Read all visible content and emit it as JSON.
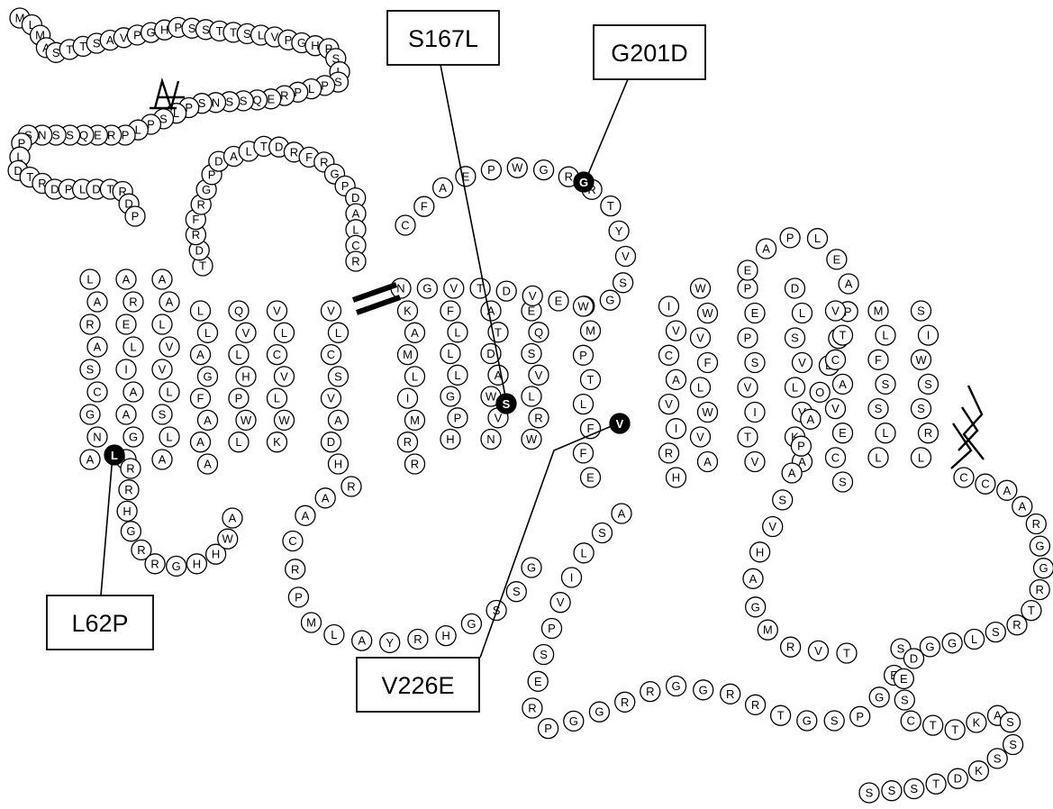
{
  "diagram": {
    "mutations": [
      {
        "label": "L62P",
        "residue": "L"
      },
      {
        "label": "S167L",
        "residue": "S"
      },
      {
        "label": "G201D",
        "residue": "G"
      },
      {
        "label": "V226E",
        "residue": "V"
      }
    ],
    "sequence_fragments": {
      "n_terminus": [
        "M",
        "L",
        "M",
        "A",
        "S",
        "T",
        "T",
        "S",
        "A",
        "V",
        "P",
        "G",
        "H",
        "P",
        "S",
        "S",
        "T",
        "T",
        "S",
        "L",
        "V",
        "P",
        "G",
        "H",
        "P",
        "S",
        "L",
        "S",
        "P",
        "L",
        "P",
        "R",
        "E",
        "Q",
        "S",
        "S",
        "N",
        "S",
        "P",
        "L",
        "S",
        "P",
        "L",
        "P",
        "R",
        "E",
        "Q",
        "S",
        "S",
        "N",
        "S",
        "P",
        "L",
        "D",
        "T",
        "R",
        "D",
        "P",
        "L",
        "D",
        "T",
        "R",
        "D",
        "P"
      ],
      "helix_1": [
        "L",
        "A",
        "A",
        "A",
        "R",
        "A",
        "R",
        "E",
        "L",
        "A",
        "L",
        "V",
        "S",
        "I",
        "V",
        "C",
        "A",
        "L",
        "G",
        "A",
        "S",
        "N",
        "G",
        "L",
        "A",
        "L",
        "A"
      ],
      "loop_1": [
        "R",
        "R",
        "H",
        "G",
        "R",
        "R",
        "G",
        "H",
        "H",
        "W",
        "A"
      ],
      "helix_2": [
        "L",
        "Q",
        "V",
        "L",
        "V",
        "L",
        "A",
        "L",
        "C",
        "G",
        "H",
        "V",
        "F",
        "P",
        "L",
        "A",
        "W",
        "W",
        "A",
        "L",
        "K",
        "A"
      ],
      "loop_2": [
        "T",
        "D",
        "R",
        "F",
        "R",
        "G",
        "P",
        "D",
        "A",
        "L",
        "T",
        "D",
        "R",
        "F",
        "R",
        "G",
        "P",
        "D",
        "A",
        "L",
        "C",
        "R"
      ],
      "helix_3": [
        "V",
        "K",
        "L",
        "A",
        "C",
        "M",
        "S",
        "L",
        "V",
        "I",
        "A",
        "M",
        "D",
        "R",
        "H",
        "R"
      ],
      "loop_3": [
        "R",
        "A",
        "A",
        "C",
        "R",
        "P",
        "M",
        "L",
        "A",
        "Y",
        "R",
        "H",
        "G",
        "S",
        "S",
        "G"
      ],
      "helix_4": [
        "F",
        "A",
        "E",
        "L",
        "T",
        "Q",
        "L",
        "D",
        "S",
        "L",
        "A",
        "V",
        "G",
        "W",
        "L",
        "P",
        "V",
        "R",
        "H",
        "N",
        "W"
      ],
      "loop_4": [
        "C",
        "F",
        "A",
        "E",
        "P",
        "W",
        "G",
        "R",
        "R",
        "T",
        "Y",
        "V",
        "S",
        "G",
        "G",
        "E",
        "V",
        "D",
        "T",
        "V",
        "G",
        "N"
      ],
      "helix_5": [
        "W",
        "I",
        "M",
        "V",
        "P",
        "C",
        "T",
        "A",
        "L",
        "V",
        "F",
        "I",
        "F",
        "R",
        "E",
        "H"
      ],
      "loop_5": [
        "A",
        "S",
        "L",
        "I",
        "V",
        "P",
        "S",
        "E",
        "R",
        "P",
        "G",
        "G",
        "R",
        "R",
        "G",
        "G",
        "R",
        "R",
        "T",
        "G",
        "S",
        "P",
        "G",
        "E",
        "S"
      ],
      "helix_6": [
        "W",
        "P",
        "D",
        "W",
        "E",
        "L",
        "V",
        "P",
        "S",
        "F",
        "S",
        "V",
        "L",
        "V",
        "L",
        "W",
        "I",
        "V",
        "V",
        "T",
        "K",
        "A",
        "V",
        "A"
      ],
      "loop_6": [
        "E",
        "A",
        "P",
        "L",
        "E",
        "A",
        "P",
        "L",
        "E",
        "O",
        "A",
        "P",
        "A",
        "S",
        "V",
        "H",
        "A",
        "G",
        "M",
        "R",
        "V",
        "T"
      ],
      "helix_7": [
        "V",
        "M",
        "S",
        "T",
        "L",
        "I",
        "C",
        "F",
        "W",
        "A",
        "S",
        "S",
        "V",
        "S",
        "S",
        "E",
        "L",
        "R",
        "C",
        "L",
        "L",
        "S"
      ],
      "c_terminus": [
        "C",
        "C",
        "A",
        "A",
        "R",
        "G",
        "G",
        "R",
        "T",
        "R",
        "S",
        "L",
        "G",
        "G",
        "D",
        "E",
        "S",
        "C",
        "T",
        "T",
        "K",
        "A",
        "S",
        "S",
        "S",
        "K",
        "D",
        "T",
        "S",
        "S",
        "S"
      ]
    }
  }
}
